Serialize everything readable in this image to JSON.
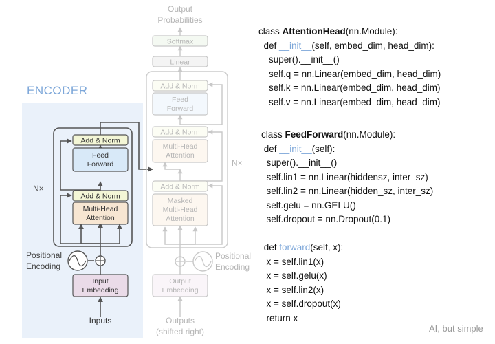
{
  "diagram": {
    "encoder_title": "ENCODER",
    "output_probabilities": [
      "Output",
      "Probabilities"
    ],
    "softmax": "Softmax",
    "linear": "Linear",
    "add_norm": "Add & Norm",
    "feed_forward": [
      "Feed",
      "Forward"
    ],
    "multi_head_attention": [
      "Multi-Head",
      "Attention"
    ],
    "masked_multi_head_attention": [
      "Masked",
      "Multi-Head",
      "Attention"
    ],
    "n_times": "N×",
    "positional_encoding": [
      "Positional",
      "Encoding"
    ],
    "input_embedding": [
      "Input",
      "Embedding"
    ],
    "output_embedding": [
      "Output",
      "Embedding"
    ],
    "inputs": "Inputs",
    "outputs": [
      "Outputs",
      "(shifted right)"
    ]
  },
  "code": {
    "attention_head": [
      {
        "pre": "class ",
        "bold": "AttentionHead",
        "post": "(nn.Module):"
      },
      {
        "pre": "  def ",
        "fn": "__init__",
        "post": "(self, embed_dim, head_dim):"
      },
      {
        "pre": "    super().__init__()"
      },
      {
        "pre": "    self.q = nn.Linear(embed_dim, head_dim)"
      },
      {
        "pre": "    self.k = nn.Linear(embed_dim, head_dim)"
      },
      {
        "pre": "    self.v = nn.Linear(embed_dim, head_dim)"
      }
    ],
    "feed_forward": [
      {
        "pre": "class ",
        "bold": "FeedForward",
        "post": "(nn.Module):"
      },
      {
        "pre": " def ",
        "fn": "__init__",
        "post": "(self):"
      },
      {
        "pre": "  super().__init__()"
      },
      {
        "pre": "  self.lin1 = nn.Linear(hiddensz, inter_sz)"
      },
      {
        "pre": "  self.lin2 = nn.Linear(hidden_sz, inter_sz)"
      },
      {
        "pre": "  self.gelu = nn.GELU()"
      },
      {
        "pre": "  self.dropout = nn.Dropout(0.1)"
      },
      {
        "pre": ""
      },
      {
        "pre": " def ",
        "fn": "forward",
        "post": "(self, x):"
      },
      {
        "pre": "  x = self.lin1(x)"
      },
      {
        "pre": "  x = self.gelu(x)"
      },
      {
        "pre": "  x = self.lin2(x)"
      },
      {
        "pre": "  x = self.dropout(x)"
      },
      {
        "pre": "  return x"
      }
    ]
  },
  "watermark": "AI, but simple",
  "colors": {
    "encoder_panel": "#eaf1fa",
    "encoder_title": "#7da7d9",
    "add_norm_fill": "#f3f6d6",
    "feed_forward_fill": "#d8e9f8",
    "attention_fill": "#f7e6d2",
    "embedding_fill": "#eadbe8",
    "stroke": "#555555",
    "faded_stroke": "#c8c8c8",
    "faded_text": "#b6b6b6",
    "code_function": "#7da7d9"
  }
}
